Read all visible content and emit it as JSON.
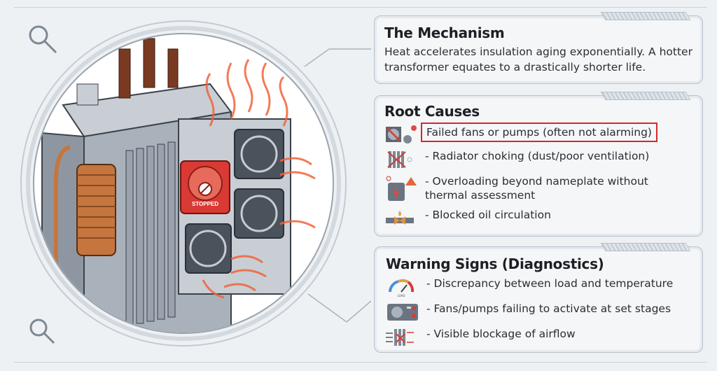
{
  "illustration": {
    "fan_label": "STOPPED"
  },
  "mechanism": {
    "title": "The Mechanism",
    "body": "Heat accelerates insulation aging exponentially. A hotter transformer equates to a drastically shorter life."
  },
  "root_causes": {
    "title": "Root Causes",
    "items": [
      {
        "icon": "failed-fan-pump-icon",
        "text": "Failed fans or pumps (often not alarming)",
        "highlighted": true
      },
      {
        "icon": "choked-radiator-icon",
        "text": "- Radiator choking (dust/poor ventilation)"
      },
      {
        "icon": "overloaded-transformer-icon",
        "text": "- Overloading beyond nameplate without thermal assessment"
      },
      {
        "icon": "blocked-pipe-icon",
        "text": "- Blocked oil circulation"
      }
    ]
  },
  "warning_signs": {
    "title": "Warning Signs (Diagnostics)",
    "items": [
      {
        "icon": "load-gauge-icon",
        "text": "- Discrepancy between load and temperature",
        "gauge_label": "LOAD"
      },
      {
        "icon": "fan-control-panel-icon",
        "text": "- Fans/pumps failing to activate at set stages"
      },
      {
        "icon": "blocked-airflow-icon",
        "text": "- Visible blockage of airflow"
      }
    ]
  },
  "colors": {
    "highlight": "#d8262c",
    "heat": "#f0643c",
    "fan_stopped": "#d93a34"
  }
}
